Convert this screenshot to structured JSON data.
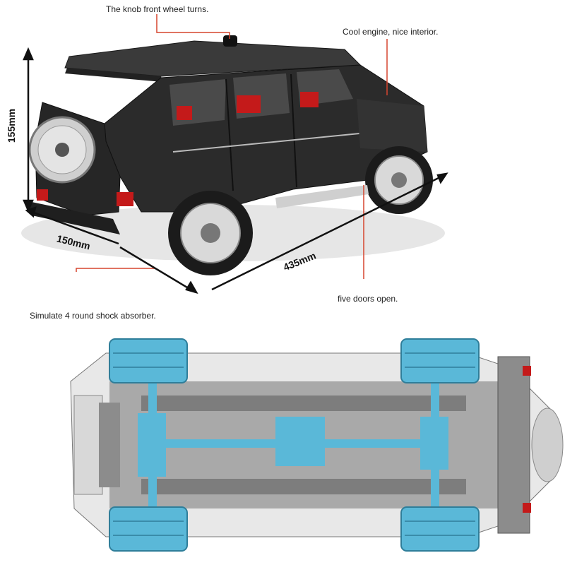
{
  "annotations": {
    "knob": "The knob front wheel turns.",
    "engine": "Cool engine, nice interior.",
    "doors": "five doors open.",
    "shock": "Simulate 4 round shock absorber."
  },
  "dimensions": {
    "height": "155mm",
    "width": "150mm",
    "length": "435mm"
  },
  "colors": {
    "leader_line": "#d6452f",
    "body": "#2b2b2b",
    "accent_red": "#c41a1a",
    "chassis_blue": "#5ab8d8",
    "chassis_gray": "#8c8c8c"
  }
}
